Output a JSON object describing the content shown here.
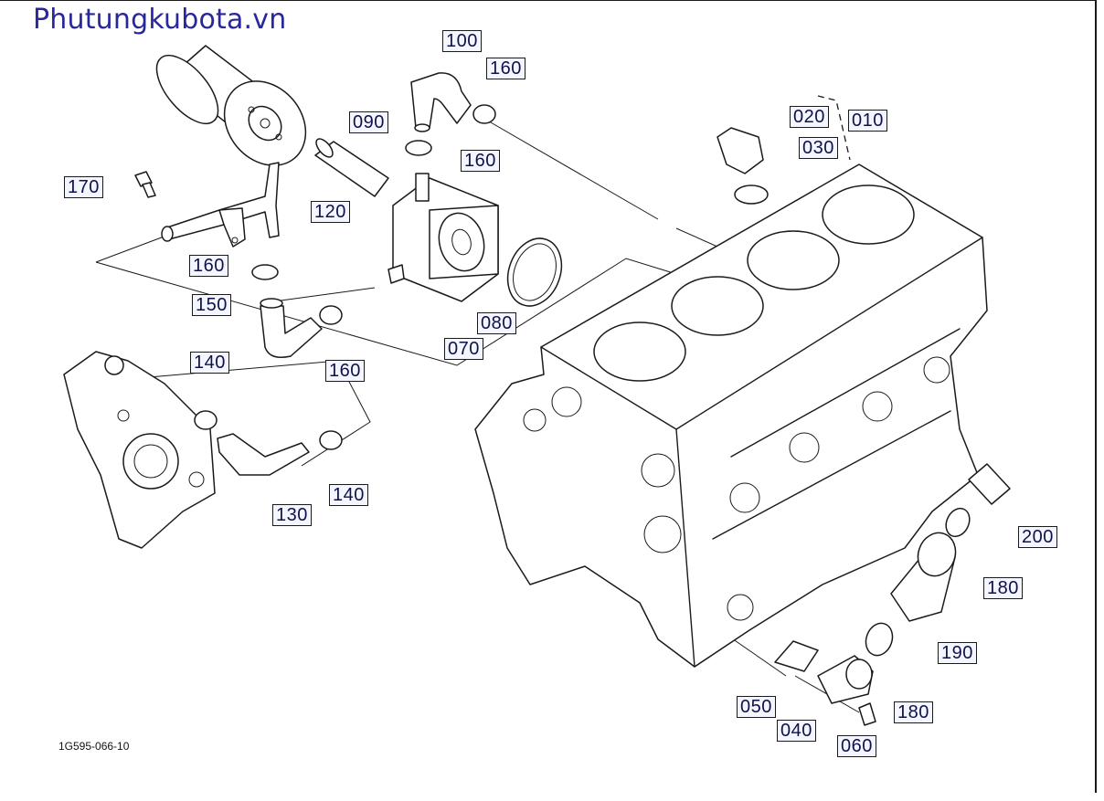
{
  "watermark": "Phutungkubota.vn",
  "drawing_code": "1G595-066-10",
  "callouts": [
    {
      "id": "010",
      "label": "010"
    },
    {
      "id": "020",
      "label": "020"
    },
    {
      "id": "030",
      "label": "030"
    },
    {
      "id": "040",
      "label": "040"
    },
    {
      "id": "050",
      "label": "050"
    },
    {
      "id": "060",
      "label": "060"
    },
    {
      "id": "070",
      "label": "070"
    },
    {
      "id": "080",
      "label": "080"
    },
    {
      "id": "090",
      "label": "090"
    },
    {
      "id": "100",
      "label": "100"
    },
    {
      "id": "120",
      "label": "120"
    },
    {
      "id": "130",
      "label": "130"
    },
    {
      "id": "140a",
      "label": "140"
    },
    {
      "id": "140b",
      "label": "140"
    },
    {
      "id": "150",
      "label": "150"
    },
    {
      "id": "160a",
      "label": "160"
    },
    {
      "id": "160b",
      "label": "160"
    },
    {
      "id": "160c",
      "label": "160"
    },
    {
      "id": "160d",
      "label": "160"
    },
    {
      "id": "170",
      "label": "170"
    },
    {
      "id": "180a",
      "label": "180"
    },
    {
      "id": "180b",
      "label": "180"
    },
    {
      "id": "190",
      "label": "190"
    },
    {
      "id": "200",
      "label": "200"
    }
  ]
}
